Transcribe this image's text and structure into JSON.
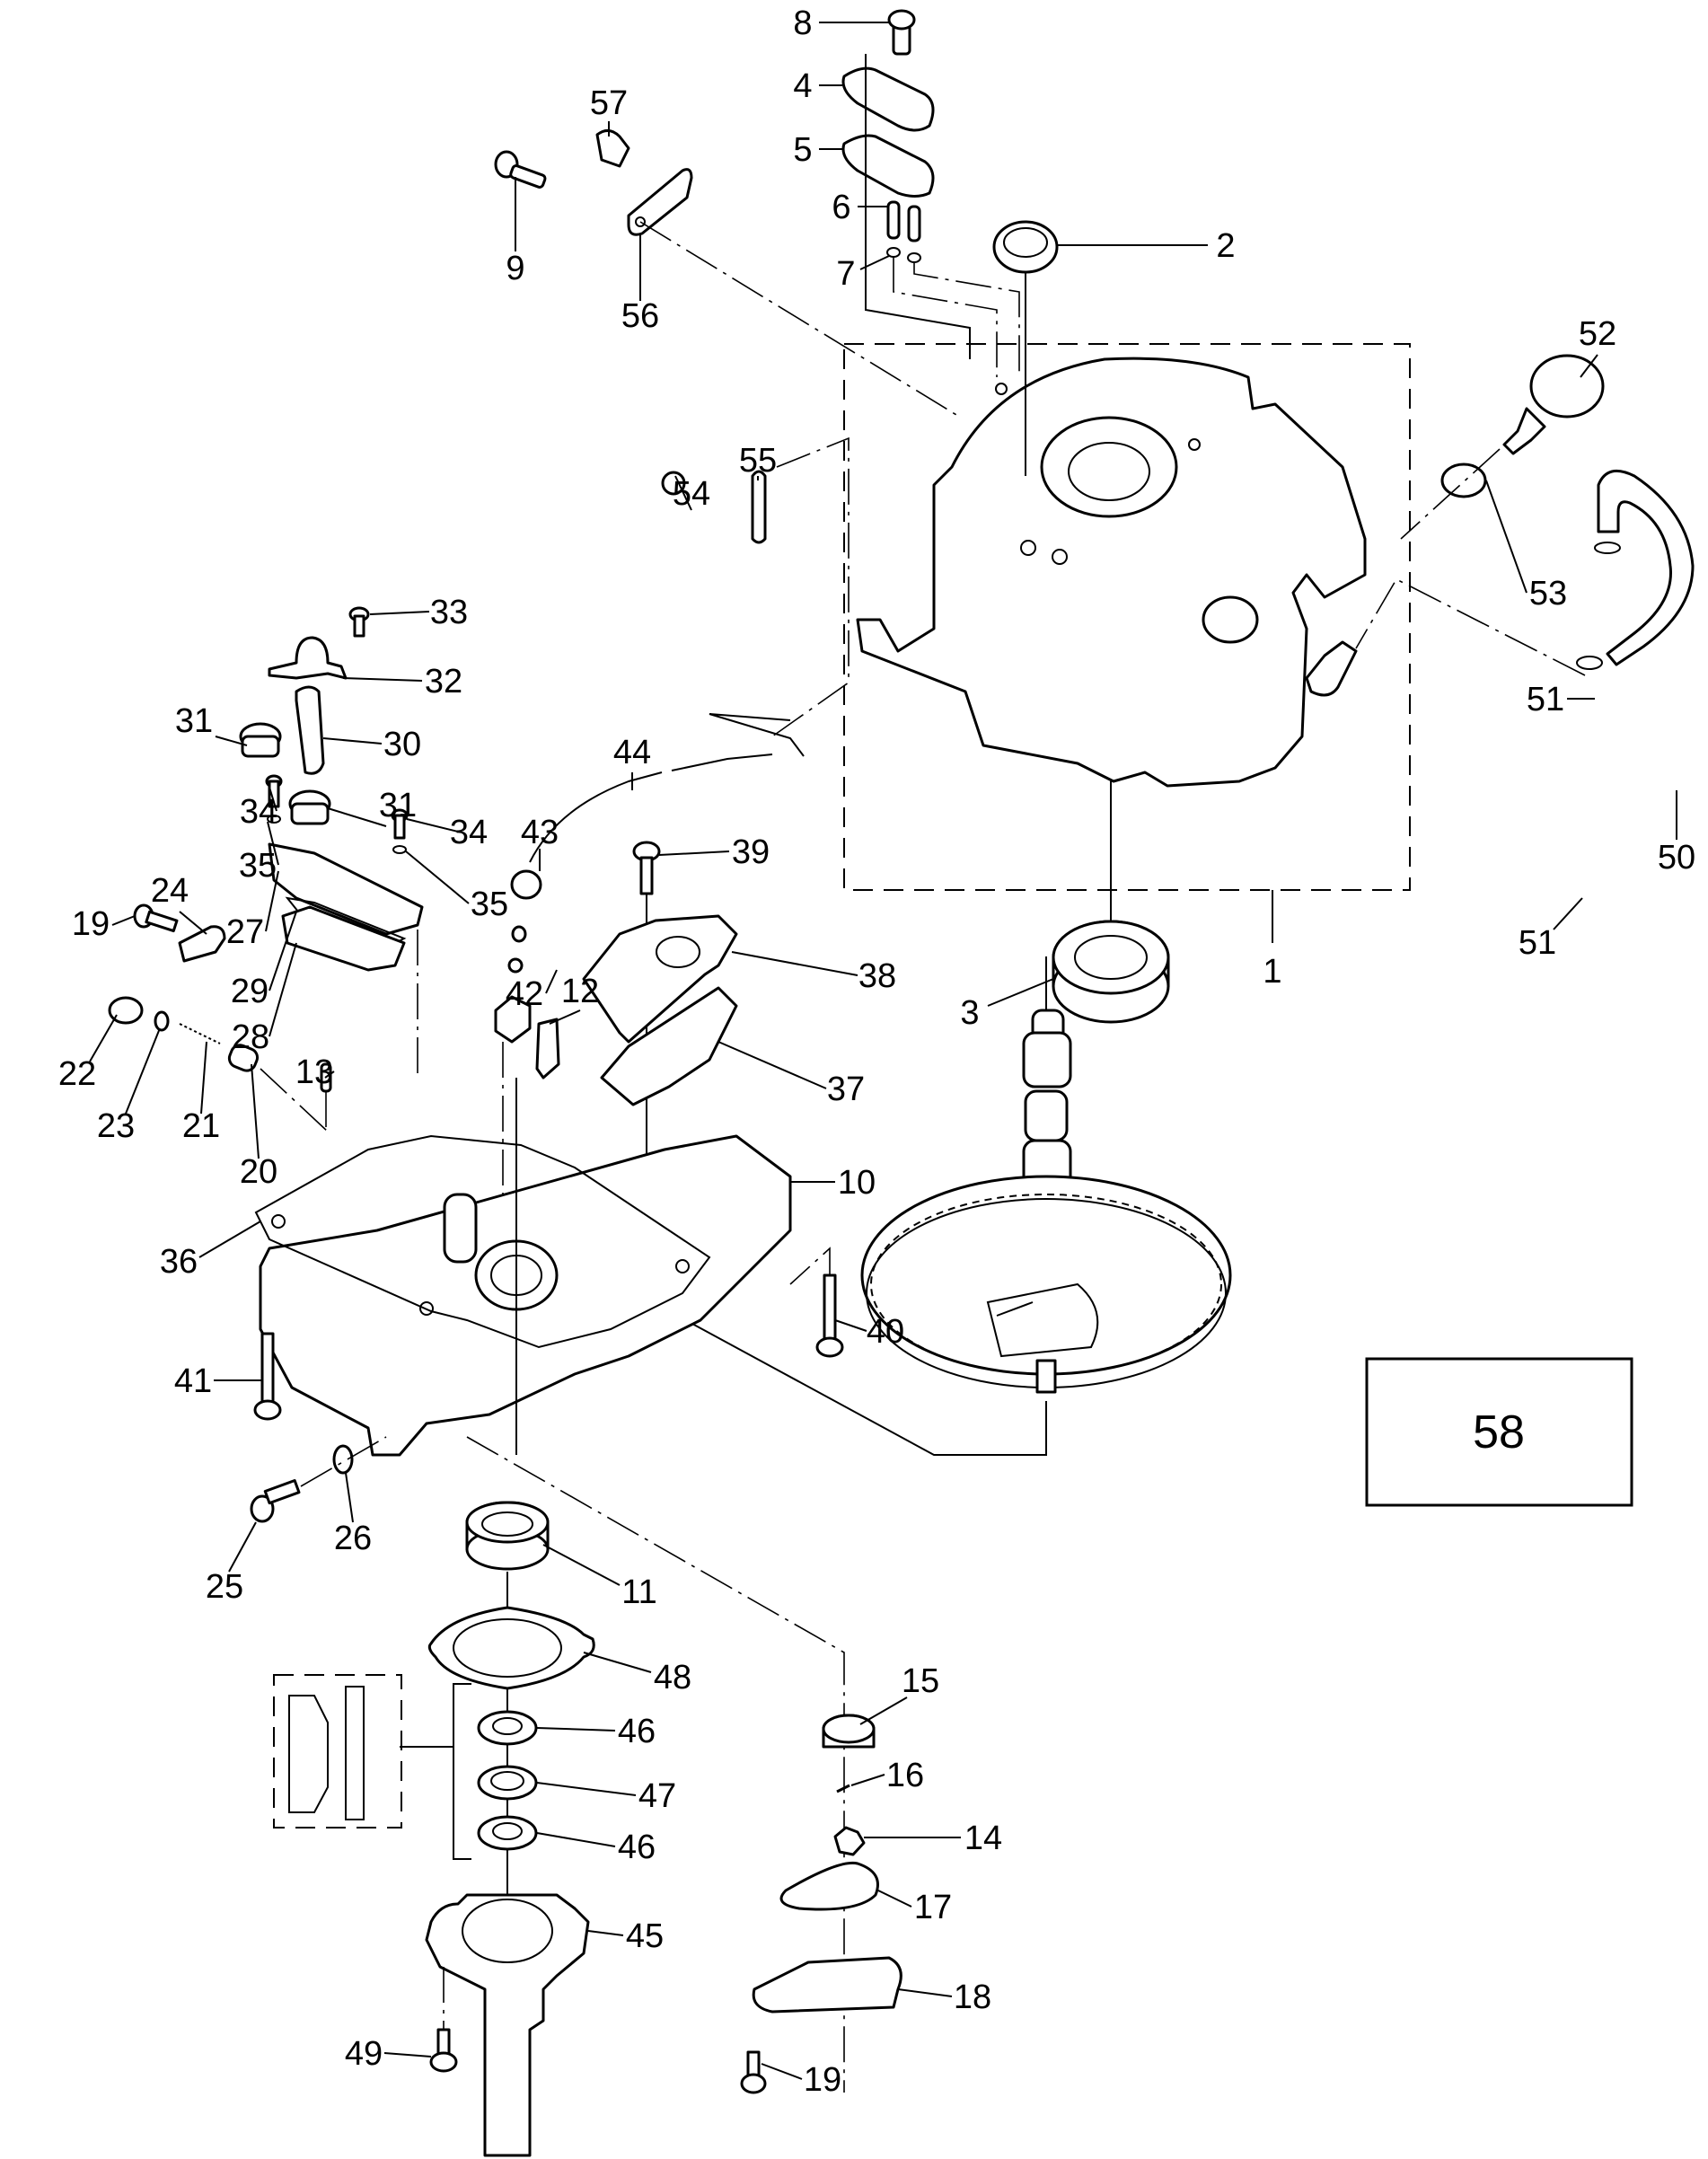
{
  "diagram": {
    "type": "exploded-parts-diagram",
    "subject": "engine crankcase / oil pan assembly",
    "reference_box_label": "58",
    "callouts": [
      {
        "id": "c8",
        "label": "8",
        "part": "screw"
      },
      {
        "id": "c4",
        "label": "4",
        "part": "plate"
      },
      {
        "id": "c5",
        "label": "5",
        "part": "gasket plate"
      },
      {
        "id": "c6",
        "label": "6",
        "part": "dowel pin"
      },
      {
        "id": "c7",
        "label": "7",
        "part": "o-ring"
      },
      {
        "id": "c2",
        "label": "2",
        "part": "oil seal"
      },
      {
        "id": "c57",
        "label": "57",
        "part": "clamp"
      },
      {
        "id": "c9",
        "label": "9",
        "part": "bolt"
      },
      {
        "id": "c56",
        "label": "56",
        "part": "bracket plate"
      },
      {
        "id": "c52",
        "label": "52",
        "part": "oil filler cap"
      },
      {
        "id": "c53",
        "label": "53",
        "part": "o-ring"
      },
      {
        "id": "c51a",
        "label": "51",
        "part": "clip"
      },
      {
        "id": "c50",
        "label": "50",
        "part": "breather hose"
      },
      {
        "id": "c51b",
        "label": "51",
        "part": "clip"
      },
      {
        "id": "c1",
        "label": "1",
        "part": "crankcase assembly"
      },
      {
        "id": "c3",
        "label": "3",
        "part": "ball bearing"
      },
      {
        "id": "c54",
        "label": "54",
        "part": "bolt"
      },
      {
        "id": "c55",
        "label": "55",
        "part": "ground terminal"
      },
      {
        "id": "c33",
        "label": "33",
        "part": "screw"
      },
      {
        "id": "c32",
        "label": "32",
        "part": "hose clamp bracket"
      },
      {
        "id": "c31a",
        "label": "31",
        "part": "grommet"
      },
      {
        "id": "c30",
        "label": "30",
        "part": "breather tube"
      },
      {
        "id": "c34a",
        "label": "34",
        "part": "screw"
      },
      {
        "id": "c31b",
        "label": "31",
        "part": "grommet"
      },
      {
        "id": "c34b",
        "label": "34",
        "part": "screw"
      },
      {
        "id": "c35a",
        "label": "35",
        "part": "washer"
      },
      {
        "id": "c35b",
        "label": "35",
        "part": "washer"
      },
      {
        "id": "c43",
        "label": "43",
        "part": "oil pressure switch cap"
      },
      {
        "id": "c44",
        "label": "44",
        "part": "lead wire"
      },
      {
        "id": "c39",
        "label": "39",
        "part": "bolt"
      },
      {
        "id": "c24",
        "label": "24",
        "part": "bracket"
      },
      {
        "id": "c19a",
        "label": "19",
        "part": "bolt"
      },
      {
        "id": "c27",
        "label": "27",
        "part": "breather cover"
      },
      {
        "id": "c29",
        "label": "29",
        "part": "breather element"
      },
      {
        "id": "c28",
        "label": "28",
        "part": "gasket"
      },
      {
        "id": "c42",
        "label": "42",
        "part": "oil switch set"
      },
      {
        "id": "c12",
        "label": "12",
        "part": "connector"
      },
      {
        "id": "c38",
        "label": "38",
        "part": "plate"
      },
      {
        "id": "c37",
        "label": "37",
        "part": "gasket"
      },
      {
        "id": "c22",
        "label": "22",
        "part": "plug"
      },
      {
        "id": "c23",
        "label": "23",
        "part": "washer"
      },
      {
        "id": "c21",
        "label": "21",
        "part": "spring"
      },
      {
        "id": "c13",
        "label": "13",
        "part": "dowel pin"
      },
      {
        "id": "c20",
        "label": "20",
        "part": "relief valve"
      },
      {
        "id": "c10",
        "label": "10",
        "part": "oil pan"
      },
      {
        "id": "c36",
        "label": "36",
        "part": "oil pan gasket"
      },
      {
        "id": "c40",
        "label": "40",
        "part": "bolt"
      },
      {
        "id": "c41",
        "label": "41",
        "part": "bolt"
      },
      {
        "id": "c25",
        "label": "25",
        "part": "drain bolt"
      },
      {
        "id": "c26",
        "label": "26",
        "part": "gasket"
      },
      {
        "id": "c11",
        "label": "11",
        "part": "oil seal"
      },
      {
        "id": "c48",
        "label": "48",
        "part": "gasket"
      },
      {
        "id": "c46a",
        "label": "46",
        "part": "oil seal"
      },
      {
        "id": "c47",
        "label": "47",
        "part": "washer"
      },
      {
        "id": "c46b",
        "label": "46",
        "part": "oil seal"
      },
      {
        "id": "c45",
        "label": "45",
        "part": "housing"
      },
      {
        "id": "c49",
        "label": "49",
        "part": "bolt"
      },
      {
        "id": "c15",
        "label": "15",
        "part": "outer rotor"
      },
      {
        "id": "c16",
        "label": "16",
        "part": "pin"
      },
      {
        "id": "c14",
        "label": "14",
        "part": "inner rotor"
      },
      {
        "id": "c17",
        "label": "17",
        "part": "o-ring"
      },
      {
        "id": "c18",
        "label": "18",
        "part": "pump cover"
      },
      {
        "id": "c19b",
        "label": "19",
        "part": "bolt"
      }
    ]
  }
}
